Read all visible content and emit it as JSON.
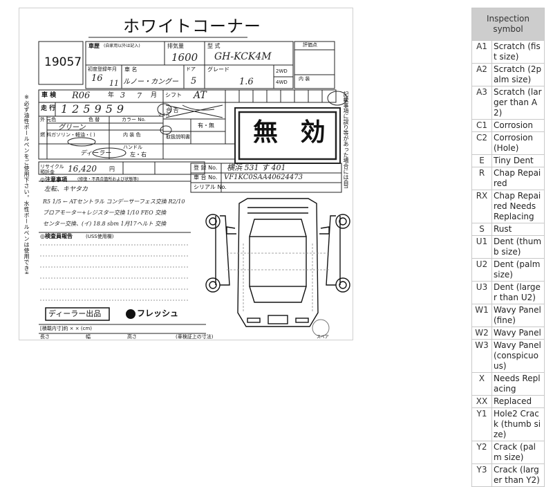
{
  "sheet": {
    "title": "ホワイトコーナー",
    "lot_number": "19057",
    "grade_badge": "無 効",
    "dealer_badge": "ディーラー出品",
    "fresh_badge": "フレッシュ",
    "spare_label": "スペア",
    "labels": {
      "model_history": "車歴",
      "model_history_note": "(自家用以外は記入)",
      "displacement": "排気量",
      "model_type": "型 式",
      "first_registration": "初度登録年月",
      "car_name": "車 名",
      "doors": "ドア",
      "grade": "グレード",
      "two_wd": "2WD",
      "four_wd": "4WD",
      "score": "評価点",
      "interior": "内 装",
      "inspection": "車 検",
      "year": "年",
      "month": "月",
      "shift": "シフト",
      "mileage": "走 行",
      "mileage_unit": "マイル",
      "gouhi": "合 否",
      "exterior_color": "外 元色",
      "color": "色 替",
      "color_code": "カラー No.",
      "fuel": "燃 料",
      "fuel_options": "ガソリン・軽油・(   )",
      "interior_color": "内 装 色",
      "manual": "取扱説明書",
      "manual_value": "有・無",
      "steering": "ハンドル",
      "steering_value": "左・右",
      "recycle": "リサイクル預託金",
      "recycle_unit": "円",
      "registration_no": "登 録 No.",
      "chassis_no": "車 台 No.",
      "serial_no": "シリアル No.",
      "notes_header": "◎注意事項",
      "notes_subheader": "(修復・不具合箇所および状態等)",
      "inspection_header": "◎検査員報告",
      "inspection_subheader": "(USS使用欄)",
      "size_row": "[積載内寸]約       ×       ×       (cm)",
      "length": "長さ",
      "width": "幅",
      "height": "高さ",
      "size_note": "(車検証上の寸法)",
      "side_note": "※必ず油性ボールペンをご使用下さい。水性ボールペンは使用できません。",
      "right_note": "記載事項に誤り等があった場合には自己の責任において"
    },
    "values": {
      "displacement": "1600",
      "model_code": "GH-KCK4M",
      "first_reg_year": "16",
      "first_reg_month": "11",
      "car_name": "ルノー・カングー",
      "doors": "5",
      "grade": "1.6",
      "inspection_era": "R06",
      "inspection_year": "3",
      "inspection_month": "7",
      "shift": "AT",
      "mileage": "125959",
      "exterior_color": "グリーン",
      "dealer_line": "ディーラー",
      "recycle": "16,420",
      "registration": "横浜 531 す 401",
      "chassis": "VF1KC0SAA40624473",
      "notes": [
        "左転、キヤタカ",
        "R5 1/5 ← ATセントラル コンデーサーフェス交換 R2/10",
        "ブロアモーター+レジスター交換 1/10 FEO 交換",
        "センター交換、(イ) 18.8 sbm 1月17ヘルト 交換"
      ]
    }
  },
  "legend": {
    "header": "Inspection symbol",
    "rows": [
      {
        "code": "A1",
        "desc": "Scratch (fist size)"
      },
      {
        "code": "A2",
        "desc": "Scratch (2palm size)"
      },
      {
        "code": "A3",
        "desc": "Scratch (larger than A2)"
      },
      {
        "code": "C1",
        "desc": "Corrosion"
      },
      {
        "code": "C2",
        "desc": "Corrosion (Hole)"
      },
      {
        "code": "E",
        "desc": "Tiny Dent"
      },
      {
        "code": "R",
        "desc": "Chap Repaired"
      },
      {
        "code": "RX",
        "desc": "Chap Repaired Needs Replacing"
      },
      {
        "code": "S",
        "desc": "Rust"
      },
      {
        "code": "U1",
        "desc": "Dent (thumb size)"
      },
      {
        "code": "U2",
        "desc": "Dent (palm size)"
      },
      {
        "code": "U3",
        "desc": "Dent (larger than U2)"
      },
      {
        "code": "W1",
        "desc": "Wavy Panel (fine)"
      },
      {
        "code": "W2",
        "desc": "Wavy Panel"
      },
      {
        "code": "W3",
        "desc": "Wavy Panel (conspicuous)"
      },
      {
        "code": "X",
        "desc": "Needs Replacing"
      },
      {
        "code": "XX",
        "desc": "Replaced"
      },
      {
        "code": "Y1",
        "desc": "Hole2 Crack (thumb size)"
      },
      {
        "code": "Y2",
        "desc": "Crack (palm size)"
      },
      {
        "code": "Y3",
        "desc": "Crack (larger than Y2)"
      }
    ]
  }
}
